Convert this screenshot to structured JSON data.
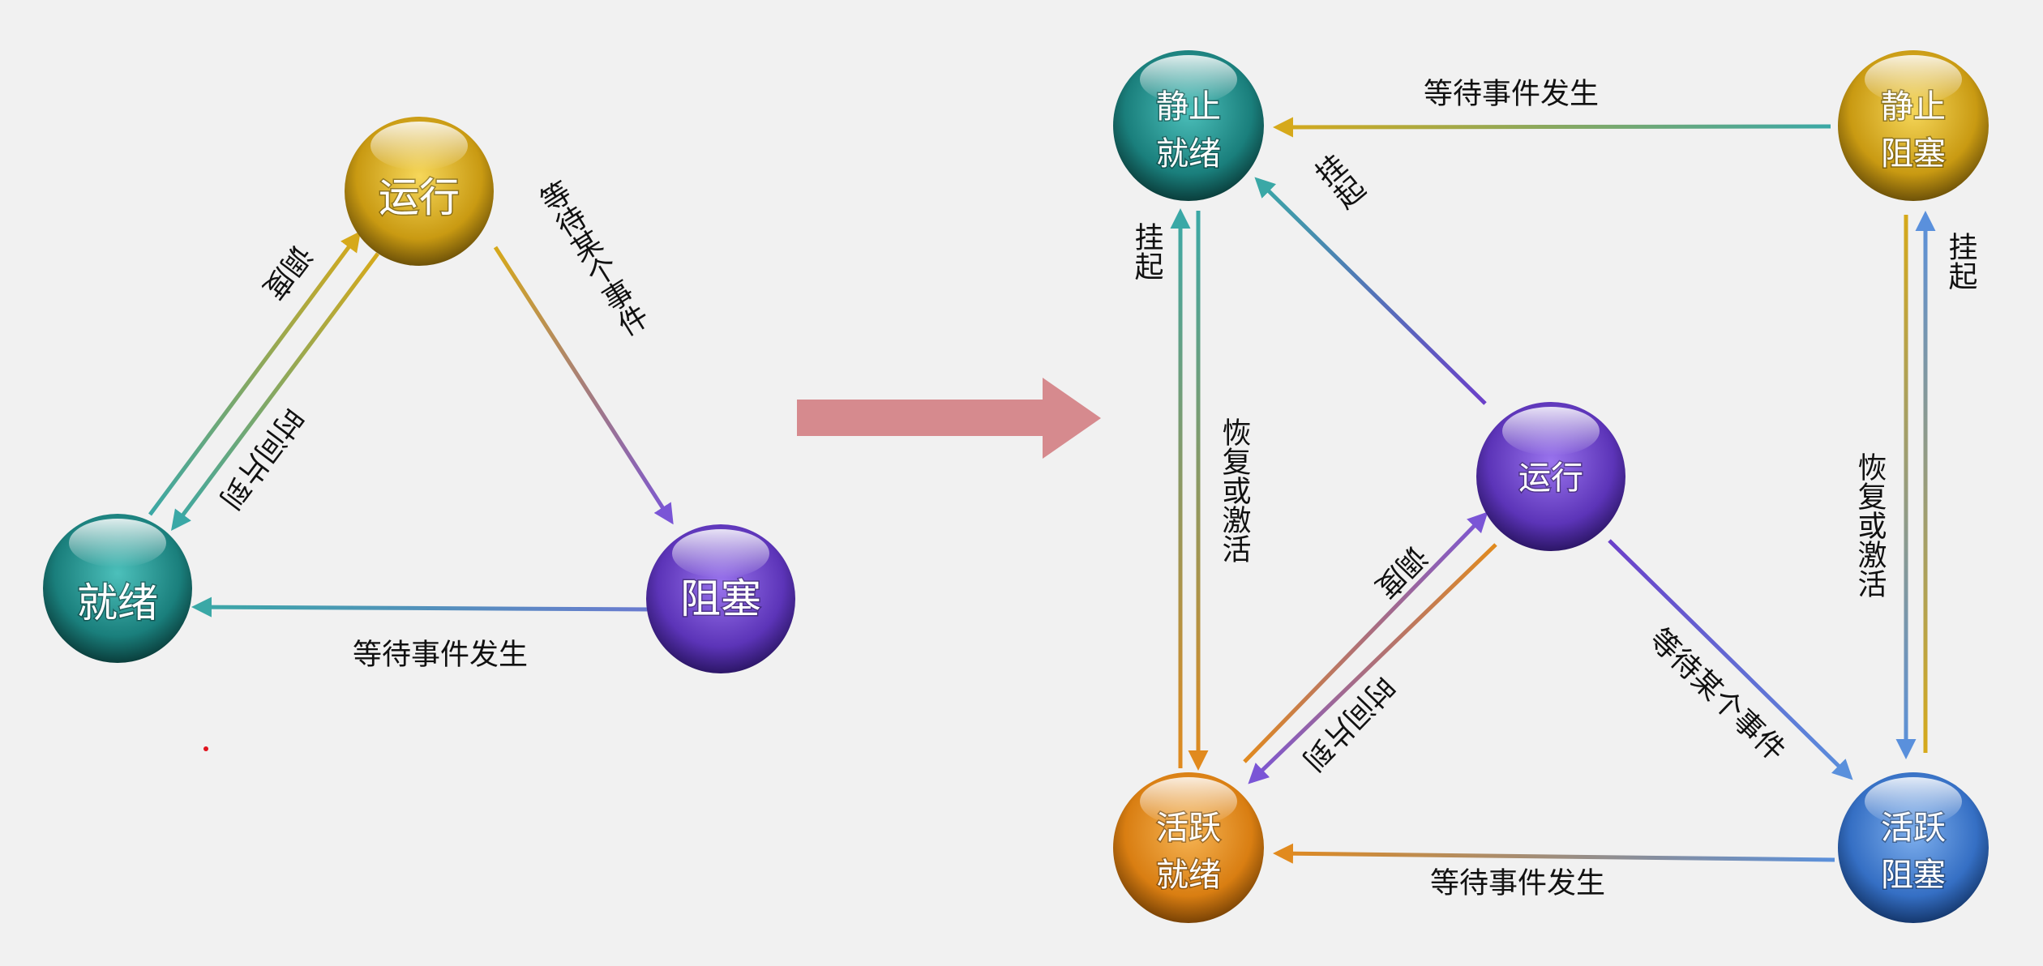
{
  "left_diagram": {
    "nodes": {
      "running": "运行",
      "ready": "就绪",
      "blocked": "阻塞"
    },
    "edges": {
      "dispatch": "调度",
      "timeslice": "时间片到",
      "wait_event": "等待某个事件",
      "event_occurs": "等待事件发生"
    }
  },
  "right_diagram": {
    "nodes": {
      "static_ready": [
        "静止",
        "就绪"
      ],
      "static_blocked": [
        "静止",
        "阻塞"
      ],
      "running": "运行",
      "active_ready": [
        "活跃",
        "就绪"
      ],
      "active_blocked": [
        "活跃",
        "阻塞"
      ]
    },
    "edges": {
      "top_event_occurs": "等待事件发生",
      "bottom_event_occurs": "等待事件发生",
      "suspend_running": "挂起",
      "suspend_ready": "挂起",
      "resume_ready": "恢复或激活",
      "suspend_blocked": "挂起",
      "resume_blocked": "恢复或激活",
      "dispatch": "调度",
      "timeslice": "时间片到",
      "wait_event": "等待某个事件"
    }
  },
  "colors": {
    "gold": "#d6a91a",
    "teal": "#1f8f8c",
    "purple": "#6b40c9",
    "orange": "#e18a1e",
    "blue": "#3b78cf",
    "transition_arrow": "#d68a8e"
  }
}
